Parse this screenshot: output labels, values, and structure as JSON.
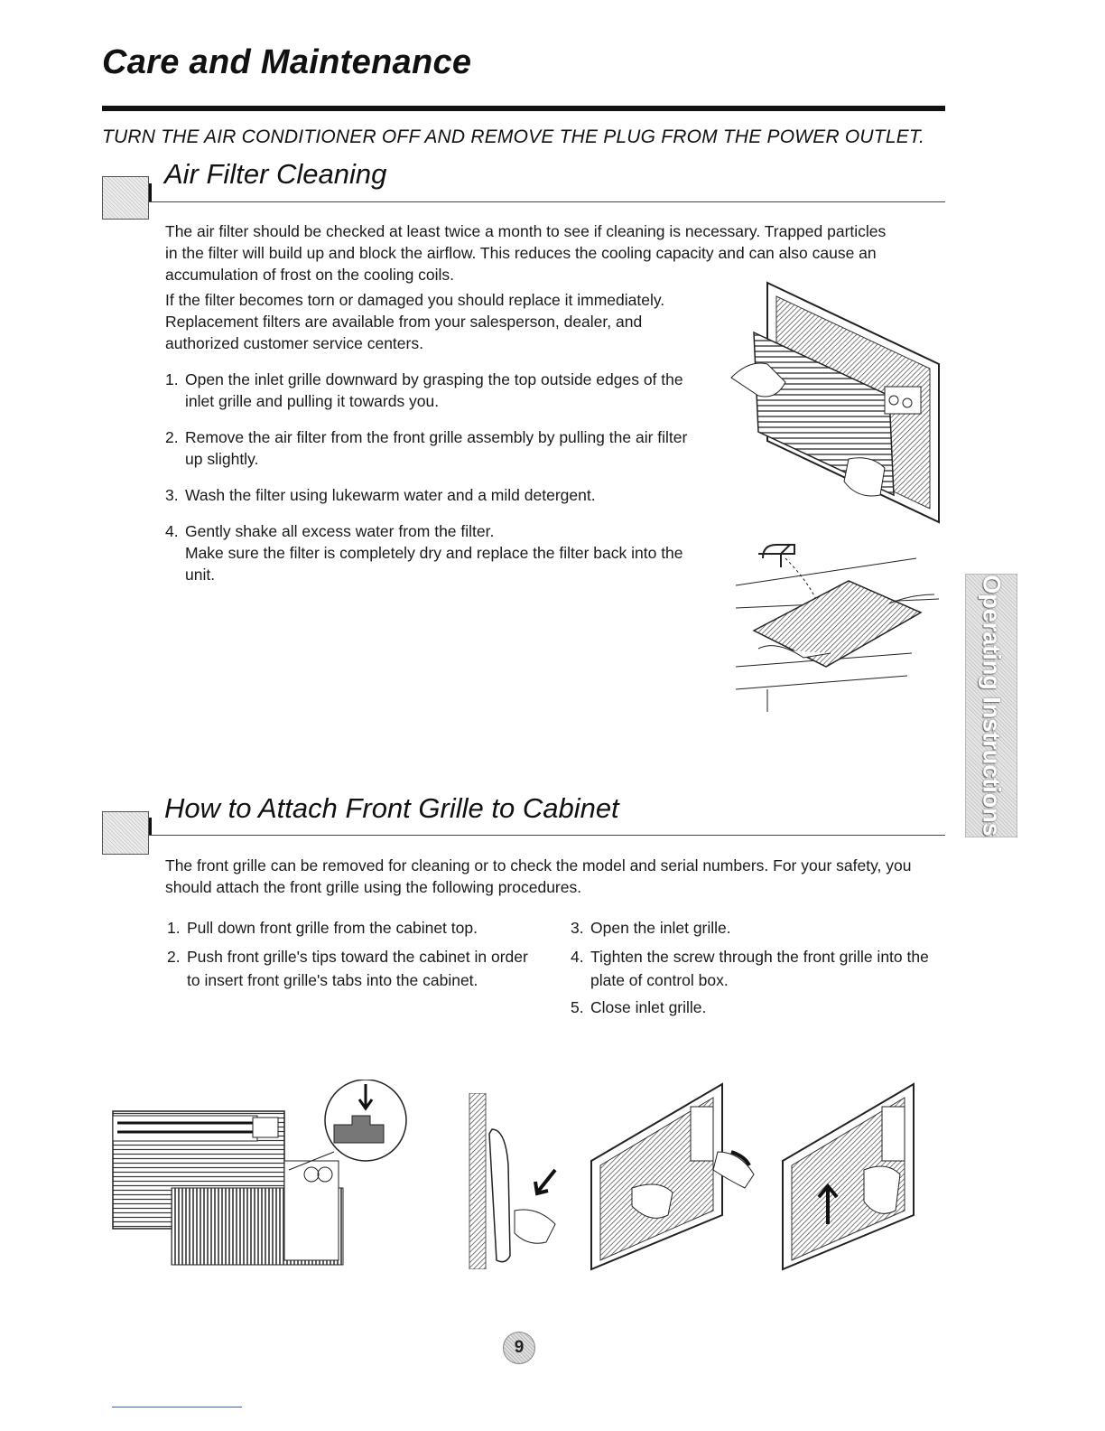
{
  "page_title": "Care and Maintenance",
  "warning": "TURN THE AIR CONDITIONER OFF AND REMOVE THE PLUG FROM THE POWER OUTLET.",
  "section1": {
    "title": "Air Filter Cleaning",
    "intro": "The air filter should be checked at least twice a month to see if cleaning is necessary. Trapped particles in the filter will build up and block the airflow. This reduces the cooling capacity and can also cause an accumulation of frost on the cooling coils.",
    "replace": "If the filter becomes torn or damaged you should replace it immediately. Replacement filters are available from your salesperson, dealer, and authorized customer service centers.",
    "steps": [
      {
        "num": "1.",
        "text": "Open the inlet grille downward by grasping the top outside edges of the inlet grille and pulling it towards you."
      },
      {
        "num": "2.",
        "text": "Remove the air filter from the front grille assembly by pulling the air filter up slightly."
      },
      {
        "num": "3.",
        "text": "Wash the filter using lukewarm water and a mild detergent."
      },
      {
        "num": "4.",
        "text": "Gently shake all excess water from the filter.",
        "extra": "Make sure the filter is completely dry and replace the filter back into the unit."
      }
    ]
  },
  "section2": {
    "title": "How to Attach Front Grille to Cabinet",
    "intro": "The front grille can be removed for cleaning or to check the model and serial numbers. For your safety, you should attach the front grille using the following procedures.",
    "steps_left": [
      {
        "num": "1.",
        "text": "Pull down front grille from the cabinet top."
      },
      {
        "num": "2.",
        "text": "Push front grille's tips toward the cabinet in order to insert front grille's tabs into the cabinet."
      }
    ],
    "steps_right": [
      {
        "num": "3.",
        "text": "Open the inlet grille."
      },
      {
        "num": "4.",
        "text": "Tighten the screw through the front grille into the plate of control box."
      },
      {
        "num": "5.",
        "text": "Close inlet grille."
      }
    ]
  },
  "side_tab": "Operating Instructions",
  "page_number": "9"
}
